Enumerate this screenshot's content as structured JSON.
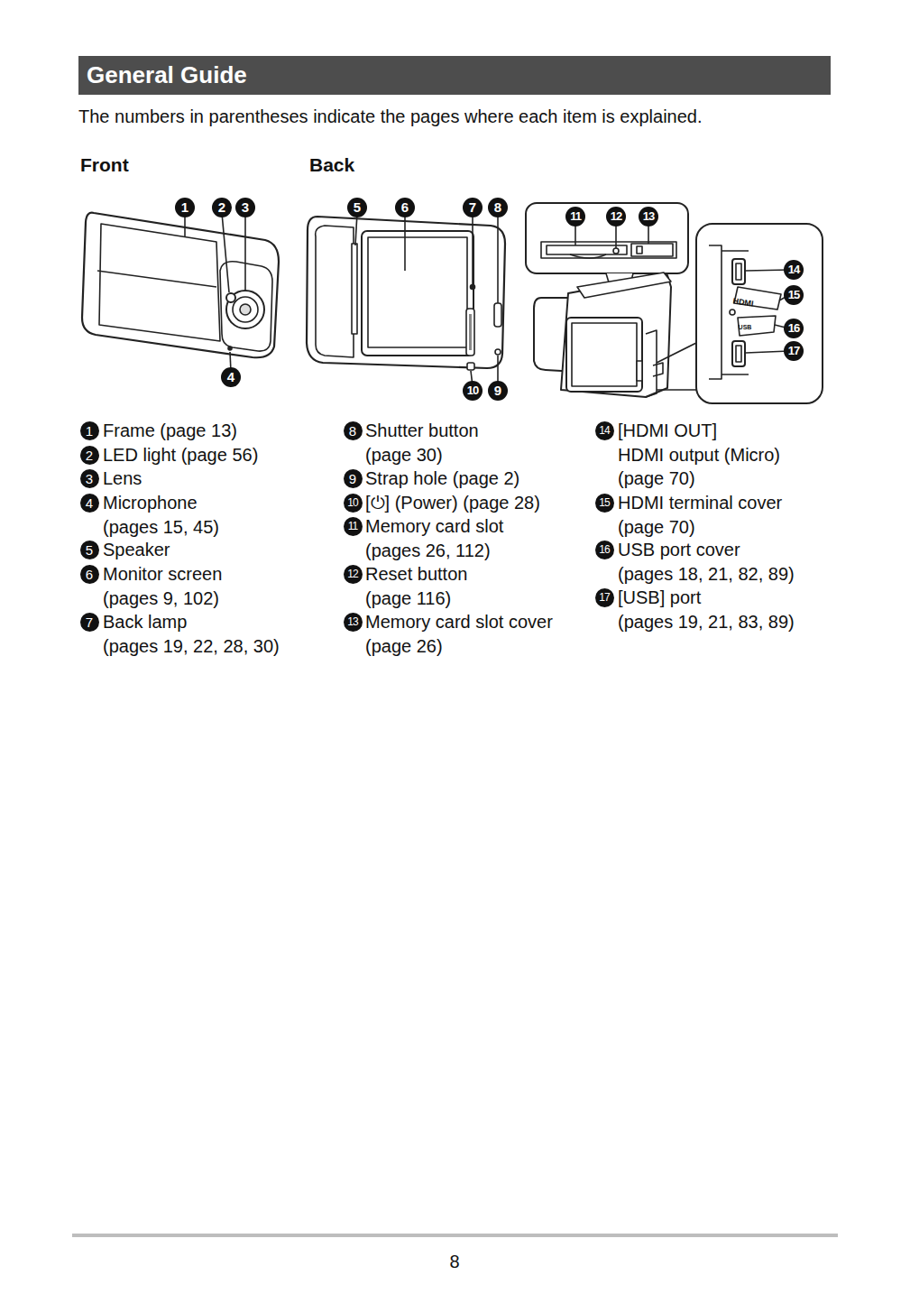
{
  "diagram": {
    "title": "General Guide",
    "labels": [
      "The numbers in parentheses indicate the pages where each item is explained.",
      "Front",
      "Back",
      "1",
      "2",
      "3",
      "4",
      "5",
      "6",
      "7",
      "8",
      "9",
      "10",
      "11",
      "12",
      "13",
      "14",
      "15",
      "16",
      "17",
      "HDMI",
      "USB",
      "1",
      "Frame (page 13)",
      "2",
      "LED light (page 56)",
      "3",
      "Lens",
      "4",
      "Microphone (pages 15, 45)",
      "5",
      "Speaker",
      "6",
      "Monitor screen (pages 9, 102)",
      "7",
      "Back lamp (pages 19, 22, 28, 30)",
      "8",
      "Shutter button (page 30)",
      "9",
      "Strap hole (page 2)",
      "10",
      "[⏻] (Power) (page 28)",
      "11",
      "Memory card slot (pages 26, 112)",
      "12",
      "Reset button (page 116)",
      "13",
      "Memory card slot cover (page 26)",
      "14",
      "[HDMI OUT] HDMI output (Micro) (page 70)",
      "15",
      "HDMI terminal cover (page 70)",
      "16",
      "USB port cover (pages 18, 21, 82, 89)",
      "17",
      "[USB] port (pages 19, 21, 83, 89)",
      "8"
    ]
  }
}
